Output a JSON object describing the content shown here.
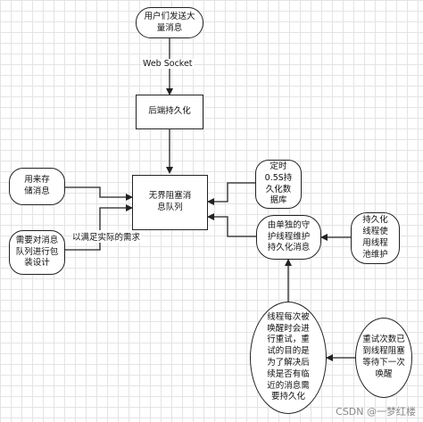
{
  "nodes": {
    "user_send": "用户们发送大\n量消息",
    "backend_persist": "后端持久化",
    "nonblocking_queue": "无界阻塞消\n息队列",
    "timed_persist": "定时\n0.5S持\n久化数\n据库",
    "dedicated_thread": "由单独的守\n护线程维护\n持久化消息",
    "persist_thread_pool": "持久化\n线程使\n用线程\n池维护",
    "consume_messages": "用来存\n储消息",
    "queue_wrapper": "需要对消息\n队列进行包\n装设计",
    "retry_explain": "线程每次被\n唤醒时会进\n行重试，重\n试的目的是\n为了解决后\n续是否有临\n近的消息需\n要持久化",
    "retry_count": "重试次数已\n到线程阻塞\n等待下一次\n唤醒"
  },
  "edge_labels": {
    "websocket": "Web Socket",
    "meet_needs": "以满足实际的需求"
  },
  "watermark": "CSDN @一梦红楼"
}
